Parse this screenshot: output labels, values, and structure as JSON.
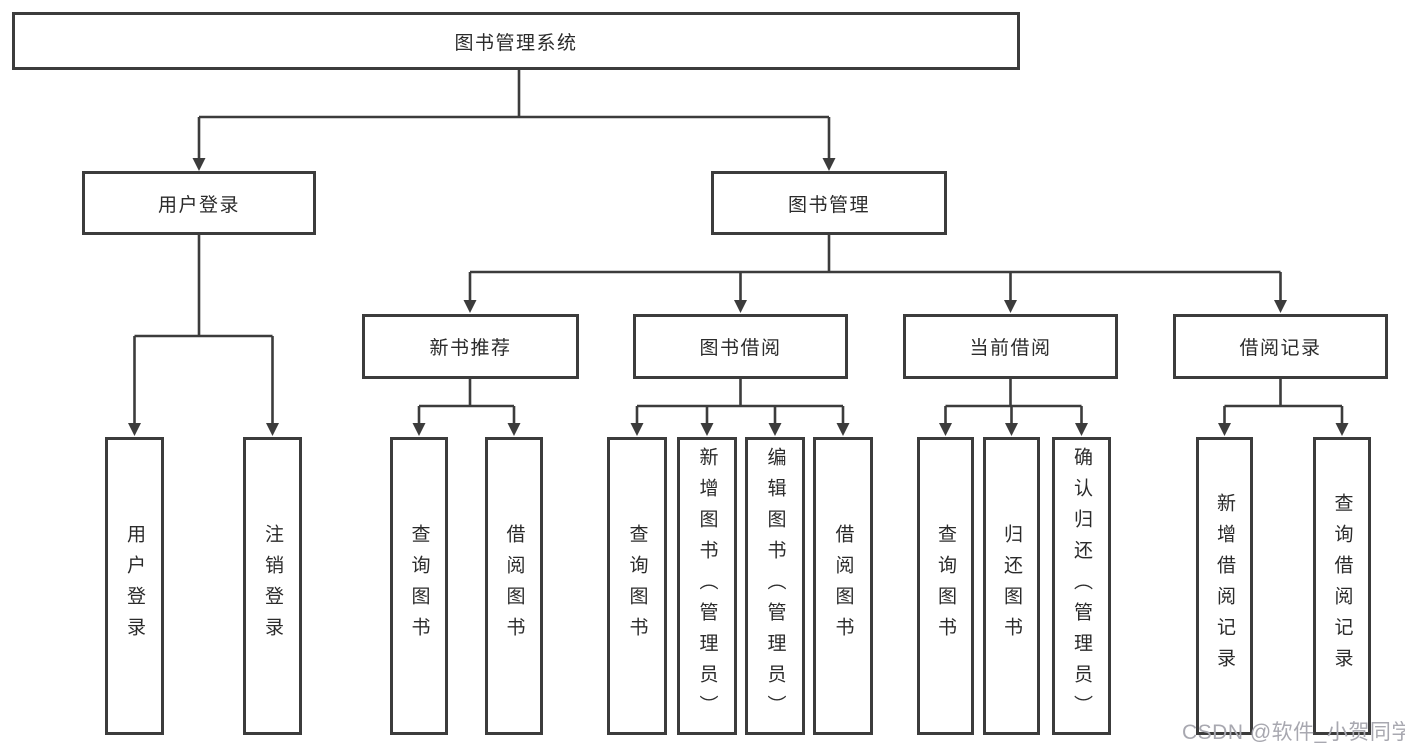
{
  "nodes": {
    "root": "图书管理系统",
    "user_login": "用户登录",
    "book_mgmt": "图书管理",
    "new_books": "新书推荐",
    "book_borrow": "图书借阅",
    "current_borrow": "当前借阅",
    "borrow_records": "借阅记录",
    "leaf_user_login": "用户登录",
    "leaf_logout": "注销登录",
    "leaf_nb_query": "查询图书",
    "leaf_nb_borrow": "借阅图书",
    "leaf_bb_query": "查询图书",
    "leaf_bb_add": "新增图书（管理员）",
    "leaf_bb_edit": "编辑图书（管理员）",
    "leaf_bb_borrow": "借阅图书",
    "leaf_cb_query": "查询图书",
    "leaf_cb_return": "归还图书",
    "leaf_cb_confirm": "确认归还（管理员）",
    "leaf_br_add": "新增借阅记录",
    "leaf_br_query": "查询借阅记录"
  },
  "watermark": "CSDN @软件_小贺同学",
  "colors": {
    "line": "#3c3c3c",
    "text": "#2b2b2b",
    "watermark": "#a8a8b0",
    "background": "#ffffff"
  }
}
